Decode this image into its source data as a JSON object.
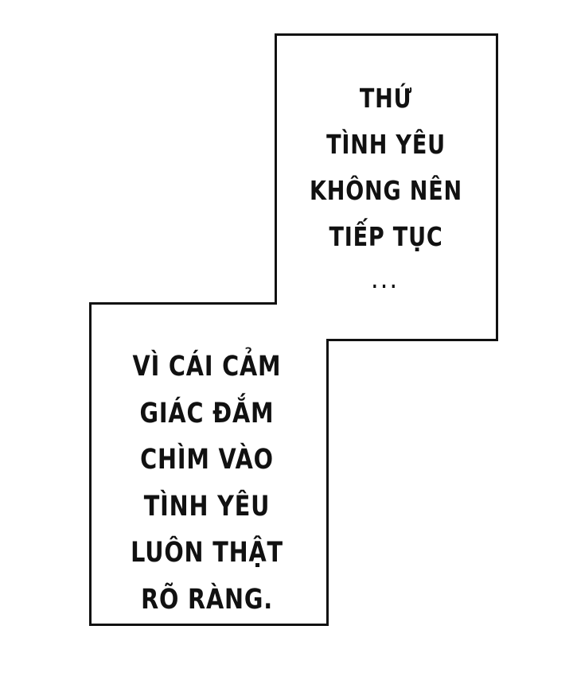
{
  "panel": {
    "border_color": "#111111",
    "background_color": "#ffffff"
  },
  "upper_caption": {
    "lines": [
      "THỨ",
      "TÌNH YÊU",
      "KHÔNG NÊN",
      "TIẾP TỤC",
      "..."
    ]
  },
  "lower_caption": {
    "lines": [
      "VÌ CÁI CẢM",
      "GIÁC ĐẮM",
      "CHÌM VÀO",
      "TÌNH YÊU",
      "LUÔN THẬT",
      "RÕ RÀNG."
    ]
  }
}
